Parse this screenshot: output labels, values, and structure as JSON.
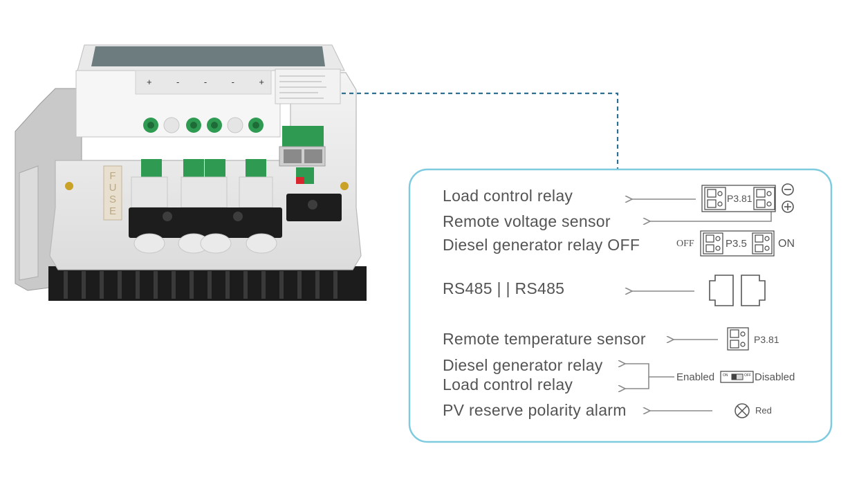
{
  "labels": {
    "load_control_relay": "Load control relay",
    "remote_voltage_sensor": "Remote voltage sensor",
    "diesel_off": "Diesel generator relay OFF",
    "rs485": "RS485 | | RS485",
    "remote_temp": "Remote temperature sensor",
    "diesel_relay": "Diesel generator relay",
    "load_control_relay_2": "Load control relay",
    "pv_alarm": "PV reserve polarity alarm"
  },
  "connectors": {
    "p381_top": "P3.81",
    "p35": "P3.5",
    "off": "OFF",
    "on": "ON",
    "p381_temp": "P3.81"
  },
  "switch": {
    "enabled": "Enabled",
    "disabled": "Disabled",
    "on_mark": "ON",
    "off_mark": "OFF"
  },
  "alarm": {
    "color_label": "Red"
  },
  "device": {
    "fuse_label": "FUSE",
    "terminal_marks": [
      "+",
      "-",
      "-",
      "-",
      "+"
    ]
  },
  "colors": {
    "callout_border": "#7ecbe0",
    "dashed_leader": "#2d6f91",
    "text": "#545454",
    "arrow": "#8a8a8a",
    "terminal_green": "#2f9a52",
    "heatsink": "#1c1c1c"
  }
}
